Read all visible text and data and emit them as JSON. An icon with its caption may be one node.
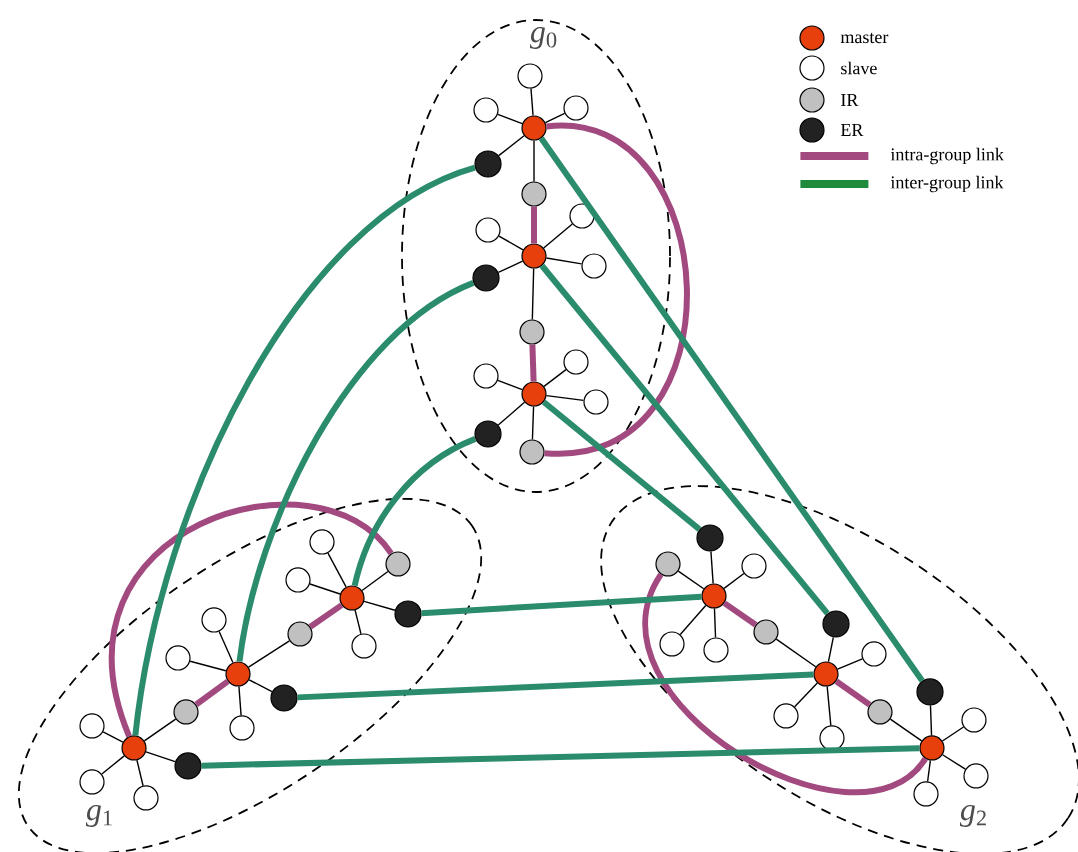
{
  "diagram": {
    "nodes": [
      {
        "text": [
          "*g*$_{0}$"
        ]
      },
      {
        "text": [
          "*g*$_{1}$"
        ]
      },
      {
        "text": [
          "*g*$_{2}$"
        ]
      },
      {
        "text": [],
        "shape": "circle",
        "in": 0
      },
      {
        "text": [],
        "shape": "circle",
        "in": 0
      },
      {
        "text": [],
        "shape": "circle",
        "in": 0
      },
      {
        "text": [],
        "shape": "circle",
        "in": 0
      },
      {
        "text": [],
        "shape": "circle",
        "in": 0
      },
      {
        "text": [],
        "shape": "circle",
        "in": 0
      },
      {
        "text": [],
        "shape": "circle",
        "in": 0
      },
      {
        "text": [],
        "shape": "circle",
        "in": 0
      },
      {
        "text": [],
        "shape": "circle",
        "in": 0
      },
      {
        "text": [],
        "shape": "circle",
        "in": 0
      },
      {
        "text": [],
        "shape": "circle",
        "in": 0
      },
      {
        "text": [],
        "shape": "circle",
        "in": 0
      },
      {
        "text": [],
        "shape": "circle",
        "in": 0
      },
      {
        "text": [],
        "shape": "circle",
        "in": 0
      },
      {
        "text": [],
        "shape": "circle",
        "in": 0
      },
      {
        "text": [],
        "shape": "circle",
        "in": 0
      },
      {
        "text": [],
        "shape": "circle",
        "in": 0
      },
      {
        "text": [],
        "shape": "circle",
        "in": 0
      },
      {
        "text": [],
        "shape": "circle",
        "in": 1
      },
      {
        "text": [],
        "shape": "circle",
        "in": 1
      },
      {
        "text": [],
        "shape": "circle",
        "in": 1
      },
      {
        "text": [],
        "shape": "circle",
        "in": 1
      },
      {
        "text": [],
        "shape": "circle",
        "in": 1
      },
      {
        "text": [],
        "shape": "circle",
        "in": 1
      },
      {
        "text": [],
        "shape": "circle",
        "in": 1
      },
      {
        "text": [],
        "shape": "circle",
        "in": 1
      },
      {
        "text": [],
        "shape": "circle",
        "in": 1
      },
      {
        "text": [],
        "shape": "circle",
        "in": 1
      },
      {
        "text": [],
        "shape": "circle",
        "in": 1
      },
      {
        "text": [],
        "shape": "circle",
        "in": 1
      },
      {
        "text": [],
        "shape": "circle",
        "in": 1
      },
      {
        "text": [],
        "shape": "circle",
        "in": 1
      },
      {
        "text": [],
        "shape": "circle",
        "in": 1
      },
      {
        "text": [],
        "shape": "circle",
        "in": 1
      },
      {
        "text": [],
        "shape": "circle",
        "in": 1
      },
      {
        "text": [],
        "shape": "circle",
        "in": 1
      },
      {
        "text": [],
        "shape": "circle",
        "in": 2
      },
      {
        "text": [],
        "shape": "circle",
        "in": 2
      },
      {
        "text": [],
        "shape": "circle",
        "in": 2
      },
      {
        "text": [],
        "shape": "circle",
        "in": 2
      },
      {
        "text": [],
        "shape": "circle",
        "in": 2
      },
      {
        "text": [],
        "shape": "circle",
        "in": 2
      },
      {
        "text": [],
        "shape": "circle",
        "in": 2
      },
      {
        "text": [],
        "shape": "circle",
        "in": 2
      },
      {
        "text": [],
        "shape": "circle",
        "in": 2
      },
      {
        "text": [],
        "shape": "circle",
        "in": 2
      },
      {
        "text": [],
        "shape": "circle",
        "in": 2
      },
      {
        "text": [],
        "shape": "circle",
        "in": 2
      },
      {
        "text": [],
        "shape": "circle",
        "in": 2
      },
      {
        "text": [],
        "shape": "circle",
        "in": 2
      },
      {
        "text": [],
        "shape": "circle",
        "in": 2
      },
      {
        "text": [],
        "shape": "circle",
        "in": 2
      },
      {
        "text": [],
        "shape": "circle",
        "in": 2
      },
      {
        "text": [],
        "shape": "circle",
        "in": 2
      }
    ],
    "edges": [
      {
        "from": 3,
        "to": 4,
        "arrow": "none"
      },
      {
        "from": 3,
        "to": 5,
        "arrow": "none"
      },
      {
        "from": 3,
        "to": 6,
        "arrow": "none"
      },
      {
        "from": 3,
        "to": 7,
        "arrow": "none"
      },
      {
        "from": 3,
        "to": 8,
        "arrow": "none"
      },
      {
        "from": 9,
        "to": 10,
        "arrow": "none"
      },
      {
        "from": 9,
        "to": 11,
        "arrow": "none"
      },
      {
        "from": 9,
        "to": 12,
        "arrow": "none"
      },
      {
        "from": 9,
        "to": 13,
        "arrow": "none"
      },
      {
        "from": 9,
        "to": 14,
        "arrow": "none"
      },
      {
        "from": 15,
        "to": 16,
        "arrow": "none"
      },
      {
        "from": 15,
        "to": 17,
        "arrow": "none"
      },
      {
        "from": 15,
        "to": 18,
        "arrow": "none"
      },
      {
        "from": 15,
        "to": 19,
        "arrow": "none"
      },
      {
        "from": 15,
        "to": 20,
        "arrow": "none"
      },
      {
        "from": 21,
        "to": 22,
        "arrow": "none"
      },
      {
        "from": 21,
        "to": 23,
        "arrow": "none"
      },
      {
        "from": 21,
        "to": 24,
        "arrow": "none"
      },
      {
        "from": 21,
        "to": 25,
        "arrow": "none"
      },
      {
        "from": 21,
        "to": 26,
        "arrow": "none"
      },
      {
        "from": 27,
        "to": 28,
        "arrow": "none"
      },
      {
        "from": 27,
        "to": 29,
        "arrow": "none"
      },
      {
        "from": 27,
        "to": 30,
        "arrow": "none"
      },
      {
        "from": 27,
        "to": 31,
        "arrow": "none"
      },
      {
        "from": 27,
        "to": 32,
        "arrow": "none"
      },
      {
        "from": 33,
        "to": 34,
        "arrow": "none"
      },
      {
        "from": 33,
        "to": 35,
        "arrow": "none"
      },
      {
        "from": 33,
        "to": 36,
        "arrow": "none"
      },
      {
        "from": 33,
        "to": 37,
        "arrow": "none"
      },
      {
        "from": 33,
        "to": 38,
        "arrow": "none"
      },
      {
        "from": 39,
        "to": 40,
        "arrow": "none"
      },
      {
        "from": 39,
        "to": 41,
        "arrow": "none"
      },
      {
        "from": 39,
        "to": 42,
        "arrow": "none"
      },
      {
        "from": 39,
        "to": 43,
        "arrow": "none"
      },
      {
        "from": 39,
        "to": 44,
        "arrow": "none"
      },
      {
        "from": 45,
        "to": 46,
        "arrow": "none"
      },
      {
        "from": 45,
        "to": 47,
        "arrow": "none"
      },
      {
        "from": 45,
        "to": 48,
        "arrow": "none"
      },
      {
        "from": 45,
        "to": 49,
        "arrow": "none"
      },
      {
        "from": 45,
        "to": 50,
        "arrow": "none"
      },
      {
        "from": 51,
        "to": 52,
        "arrow": "none"
      },
      {
        "from": 51,
        "to": 53,
        "arrow": "none"
      },
      {
        "from": 51,
        "to": 54,
        "arrow": "none"
      },
      {
        "from": 51,
        "to": 55,
        "arrow": "none"
      },
      {
        "from": 51,
        "to": 56,
        "arrow": "none"
      },
      {
        "from": 7,
        "to": 9,
        "arrow": "none",
        "style": "thick",
        "color": "#a24a80"
      },
      {
        "from": 13,
        "to": 15,
        "arrow": "none",
        "style": "thick",
        "color": "#a24a80"
      },
      {
        "from": 19,
        "to": 3,
        "arrow": "none",
        "style": "thick",
        "color": "#a24a80"
      },
      {
        "from": 25,
        "to": 27,
        "arrow": "none",
        "style": "thick",
        "color": "#a24a80"
      },
      {
        "from": 31,
        "to": 33,
        "arrow": "none",
        "style": "thick",
        "color": "#a24a80"
      },
      {
        "from": 37,
        "to": 21,
        "arrow": "none",
        "style": "thick",
        "color": "#a24a80"
      },
      {
        "from": 39,
        "to": 49,
        "arrow": "none",
        "style": "thick",
        "color": "#a24a80"
      },
      {
        "from": 45,
        "to": 55,
        "arrow": "none",
        "style": "thick",
        "color": "#a24a80"
      },
      {
        "from": 51,
        "to": 43,
        "arrow": "none",
        "style": "thick",
        "color": "#a24a80"
      },
      {
        "from": 8,
        "to": 21,
        "arrow": "none",
        "style": "thick",
        "color": "#2a8c6c"
      },
      {
        "from": 14,
        "to": 27,
        "arrow": "none",
        "style": "thick",
        "color": "#2a8c6c"
      },
      {
        "from": 20,
        "to": 33,
        "arrow": "none",
        "style": "thick",
        "color": "#2a8c6c"
      },
      {
        "from": 3,
        "to": 56,
        "arrow": "none",
        "style": "thick",
        "color": "#2a8c6c"
      },
      {
        "from": 9,
        "to": 50,
        "arrow": "none",
        "style": "thick",
        "color": "#2a8c6c"
      },
      {
        "from": 15,
        "to": 44,
        "arrow": "none",
        "style": "thick",
        "color": "#2a8c6c"
      },
      {
        "from": 38,
        "to": 39,
        "arrow": "none",
        "style": "thick",
        "color": "#2a8c6c"
      },
      {
        "from": 32,
        "to": 45,
        "arrow": "none",
        "style": "thick",
        "color": "#2a8c6c"
      },
      {
        "from": 26,
        "to": 51,
        "arrow": "none",
        "style": "thick",
        "color": "#2a8c6c"
      }
    ],
    "legend": [
      {
        "text": "master",
        "color": "#e8400c"
      },
      {
        "text": "slave"
      },
      {
        "text": "IR",
        "color": "#c0c0c0"
      },
      {
        "text": "ER",
        "color": "#222222"
      },
      {
        "text": "intra-group link",
        "color": "#a24a80"
      },
      {
        "text": "inter-group link",
        "color": "#1e8c3a"
      }
    ]
  }
}
